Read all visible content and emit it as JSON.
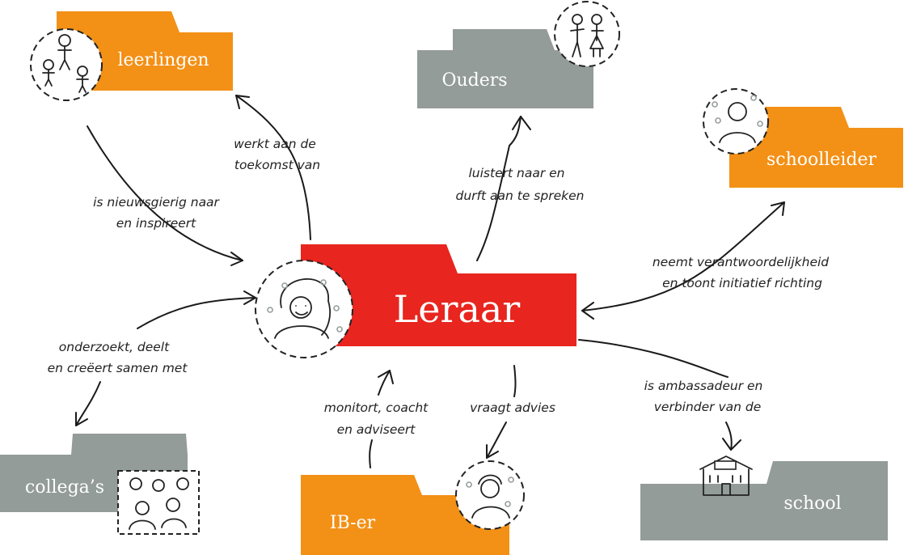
{
  "colors": {
    "red": "#e8251e",
    "orange": "#f39016",
    "gray": "#939c98"
  },
  "nodes": {
    "center": "Leraar",
    "leerlingen": "leerlingen",
    "ouders": "Ouders",
    "schoolleider": "schoolleider",
    "collegas": "collega’s",
    "iber": "IB-er",
    "school": "school"
  },
  "edges": {
    "leerlingen_1": "werkt aan de",
    "leerlingen_2": "toekomst van",
    "inspire_1": "is nieuwsgierig naar",
    "inspire_2": "en inspireert",
    "ouders_1": "luistert naar en",
    "ouders_2": "durft aan te spreken",
    "schoolleider_1": "neemt verantwoordelijkheid",
    "schoolleider_2": "en toont initiatief richting",
    "collegas_1": "onderzoekt, deelt",
    "collegas_2": "en creëert samen met",
    "iber_1": "monitort, coacht",
    "iber_2": "en adviseert",
    "advies": "vraagt advies",
    "school_1": "is ambassadeur en",
    "school_2": "verbinder van de"
  },
  "icons": {
    "leerlingen": "children-icon",
    "ouders": "parents-icon",
    "schoolleider": "school-leader-icon",
    "leraar": "teacher-icon",
    "collegas": "colleagues-icon",
    "iber": "ib-er-icon",
    "school": "school-building-icon"
  }
}
